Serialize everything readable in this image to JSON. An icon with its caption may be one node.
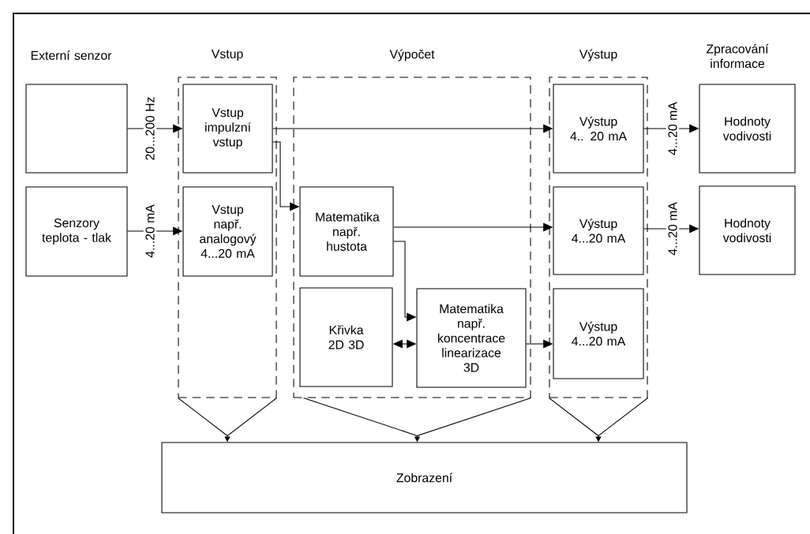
{
  "diagram": {
    "nodes": [
      {
        "text": [
          "Vstup"
        ]
      },
      {
        "text": [
          "Vstup impulzní vstup"
        ],
        "in": 0
      },
      {
        "text": [
          "Vstup např. analogový 4...20 mA"
        ],
        "in": 0
      },
      {
        "text": [
          "Výpočet"
        ]
      },
      {
        "text": [
          "Matematika např. hustota"
        ],
        "in": 3
      },
      {
        "text": [
          "Křivka 2D 3D"
        ],
        "in": 3
      },
      {
        "text": [
          "Matematika např. koncentrace linearizace 3D"
        ],
        "in": 3
      },
      {
        "text": [
          "Výstup"
        ]
      },
      {
        "text": [
          "Výstup 4.. 20 mA"
        ],
        "in": 7
      },
      {
        "text": [
          "Výstup 4...20 mA"
        ],
        "in": 7
      },
      {
        "text": [
          "Výstup 4...20 mA"
        ],
        "in": 7
      },
      {
        "text": [],
        "shape": "box"
      },
      {
        "text": [
          "Senzory teplota - tlak"
        ]
      },
      {
        "text": [
          "Hodnoty vodivosti"
        ]
      },
      {
        "text": [
          "Hodnoty vodivosti"
        ]
      },
      {
        "text": [
          "Zobrazení"
        ]
      }
    ],
    "edges": [
      {
        "from": 11,
        "to": 1,
        "arrow": "to",
        "label": "20...200 Hz"
      },
      {
        "from": 12,
        "to": 2,
        "arrow": "to",
        "label": "4...20 mA"
      },
      {
        "from": 1,
        "to": 8,
        "arrow": "to"
      },
      {
        "from": 1,
        "to": 4,
        "arrow": "to"
      },
      {
        "from": 4,
        "to": 9,
        "arrow": "to"
      },
      {
        "from": 4,
        "to": 6,
        "arrow": "to"
      },
      {
        "from": 5,
        "to": 6,
        "arrow": "both"
      },
      {
        "from": 6,
        "to": 10,
        "arrow": "to"
      },
      {
        "from": 8,
        "to": 13,
        "arrow": "to",
        "label": "4...20 mA"
      },
      {
        "from": 9,
        "to": 14,
        "arrow": "to",
        "label": "4...20 mA"
      },
      {
        "from": 0,
        "to": 15,
        "arrow": "to"
      },
      {
        "from": 3,
        "to": 15,
        "arrow": "to"
      },
      {
        "from": 7,
        "to": 15,
        "arrow": "to"
      }
    ],
    "labels": [
      "Externí senzor",
      "Zpracování informace"
    ]
  }
}
